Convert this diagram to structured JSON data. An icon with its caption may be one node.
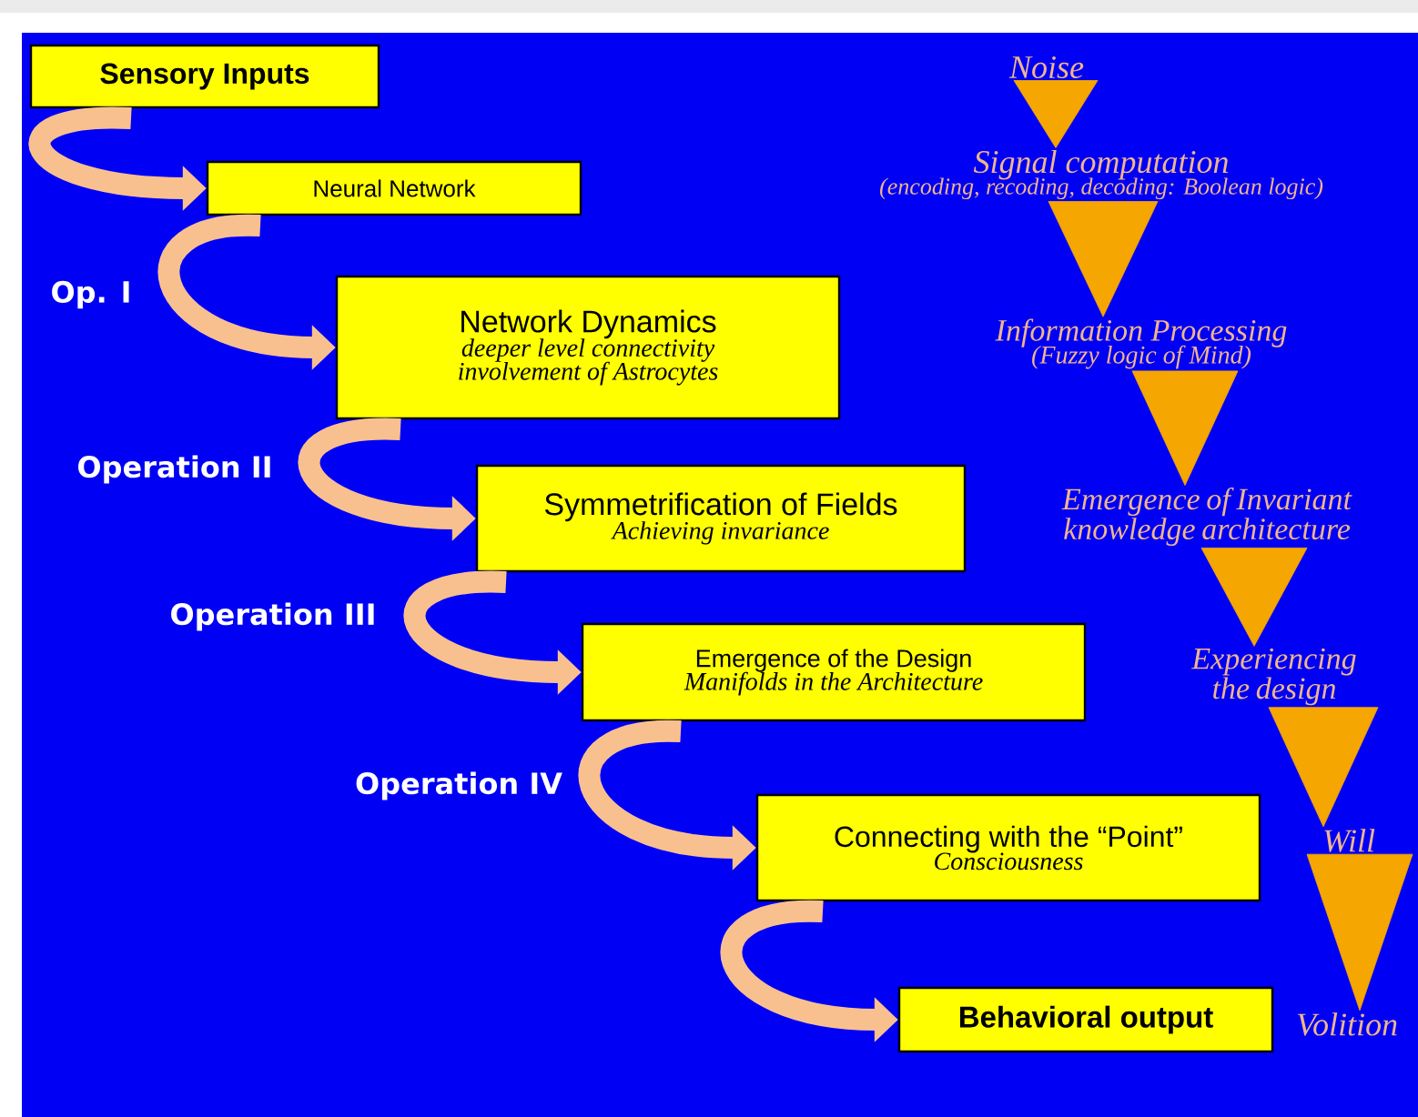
{
  "diagram": {
    "nodes": [
      {
        "text": [
          "Sensory Inputs"
        ]
      },
      {
        "text": [
          "Neural Network"
        ]
      },
      {
        "text": [
          "Network Dynamics",
          "deeper level connectivity",
          "involvement of Astrocytes"
        ]
      },
      {
        "text": [
          "Symmetrification of Fields",
          "Achieving invariance"
        ]
      },
      {
        "text": [
          "Emergence of the Design",
          "Manifolds in the Architecture"
        ]
      },
      {
        "text": [
          "Connecting with the “Point”",
          "Consciousness"
        ]
      },
      {
        "text": [
          "Behavioral output"
        ]
      },
      {
        "text": [
          "Noise"
        ]
      },
      {
        "text": [
          "Signal computation",
          "(encoding, recoding, decoding: Boolean logic)"
        ]
      },
      {
        "text": [
          "Information Processing",
          "(Fuzzy logic of Mind)"
        ]
      },
      {
        "text": [
          "Emergence of Invariant knowledge architecture"
        ]
      },
      {
        "text": [
          "Experiencing the design"
        ]
      },
      {
        "text": [
          "Will"
        ]
      },
      {
        "text": [
          "Volition"
        ]
      }
    ],
    "edges": [
      {
        "from": 0,
        "to": 1,
        "arrow": "to",
        "color": "#f8c08e"
      },
      {
        "from": 1,
        "to": 2,
        "arrow": "to",
        "color": "#f8c08e"
      },
      {
        "from": 2,
        "to": 3,
        "arrow": "to",
        "color": "#f8c08e"
      },
      {
        "from": 3,
        "to": 4,
        "arrow": "to",
        "color": "#f8c08e"
      },
      {
        "from": 4,
        "to": 5,
        "arrow": "to",
        "color": "#f8c08e"
      },
      {
        "from": 5,
        "to": 6,
        "arrow": "to",
        "color": "#f8c08e"
      },
      {
        "from": 7,
        "to": 8,
        "arrow": "to",
        "color": "#f6a600"
      },
      {
        "from": 8,
        "to": 9,
        "arrow": "to",
        "color": "#f6a600"
      },
      {
        "from": 9,
        "to": 10,
        "arrow": "to",
        "color": "#f6a600"
      },
      {
        "from": 10,
        "to": 11,
        "arrow": "to",
        "color": "#f6a600"
      },
      {
        "from": 11,
        "to": 12,
        "arrow": "to",
        "color": "#f6a600"
      },
      {
        "from": 12,
        "to": 13,
        "arrow": "to",
        "color": "#f6a600"
      }
    ],
    "labels": [
      "Op. I",
      "Operation II",
      "Operation III",
      "Operation IV"
    ]
  }
}
